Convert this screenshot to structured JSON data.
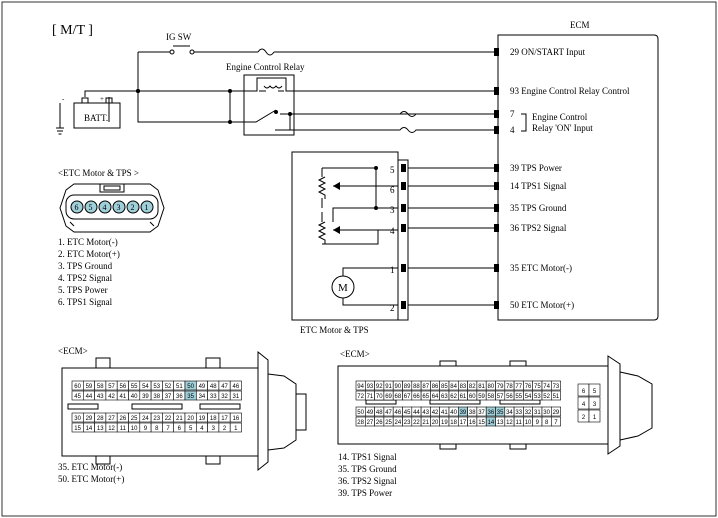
{
  "title": "[ M/T ]",
  "ecm_label": "ECM",
  "ig_sw_label": "IG SW",
  "relay_label": "Engine Control Relay",
  "batt_label": "BATT.",
  "etc_tps_label": "ETC Motor & TPS",
  "motor_symbol": "M",
  "ecm_pins": [
    {
      "num": "29",
      "name": "ON/START Input"
    },
    {
      "num": "93",
      "name": "Engine Control Relay Control"
    },
    {
      "num": "7",
      "name": ""
    },
    {
      "num": "4",
      "name": ""
    },
    {
      "num": "39",
      "name": "TPS Power"
    },
    {
      "num": "14",
      "name": "TPS1 Signal"
    },
    {
      "num": "35",
      "name": "TPS Ground"
    },
    {
      "num": "36",
      "name": "TPS2 Signal"
    },
    {
      "num": "35",
      "name": "ETC Motor(-)"
    },
    {
      "num": "50",
      "name": "ETC Motor(+)"
    }
  ],
  "relay_on_input": [
    "Engine Control",
    "Relay 'ON' Input"
  ],
  "etc_pin_numbers": [
    "5",
    "6",
    "3",
    "4",
    "1",
    "2"
  ],
  "etc_connector": {
    "title": "<ETC Motor & TPS >",
    "cavities": [
      "6",
      "5",
      "4",
      "3",
      "2",
      "1"
    ],
    "highlighted": [
      "6",
      "5",
      "4",
      "3",
      "2",
      "1"
    ],
    "legend": [
      "1. ETC Motor(-)",
      "2. ETC Motor(+)",
      "3. TPS Ground",
      "4. TPS2 Signal",
      "5. TPS Power",
      "6. TPS1 Signal"
    ]
  },
  "ecm_connector_left": {
    "title": "<ECM>",
    "rows": [
      [
        "60",
        "59",
        "58",
        "57",
        "56",
        "55",
        "54",
        "53",
        "52",
        "51",
        "50",
        "49",
        "48",
        "47",
        "46"
      ],
      [
        "45",
        "44",
        "43",
        "42",
        "41",
        "40",
        "39",
        "38",
        "37",
        "36",
        "35",
        "34",
        "33",
        "32",
        "31"
      ],
      [
        "30",
        "29",
        "28",
        "27",
        "26",
        "25",
        "24",
        "23",
        "22",
        "21",
        "20",
        "19",
        "18",
        "17",
        "16"
      ],
      [
        "15",
        "14",
        "13",
        "12",
        "11",
        "10",
        "9",
        "8",
        "7",
        "6",
        "5",
        "4",
        "3",
        "2",
        "1"
      ]
    ],
    "highlighted": [
      "50",
      "35"
    ],
    "legend": [
      "35.  ETC Motor(-)",
      "50.  ETC Motor(+)"
    ]
  },
  "ecm_connector_right": {
    "title": "<ECM>",
    "rows": [
      [
        "94",
        "93",
        "92",
        "91",
        "90",
        "89",
        "88",
        "87",
        "86",
        "85",
        "84",
        "83",
        "82",
        "81",
        "80",
        "79",
        "78",
        "77",
        "76",
        "75",
        "74",
        "73"
      ],
      [
        "72",
        "71",
        "70",
        "69",
        "68",
        "67",
        "66",
        "65",
        "64",
        "63",
        "62",
        "61",
        "60",
        "59",
        "58",
        "57",
        "56",
        "55",
        "54",
        "53",
        "52",
        "51"
      ],
      [
        "50",
        "49",
        "48",
        "47",
        "46",
        "45",
        "44",
        "43",
        "42",
        "41",
        "40",
        "39",
        "38",
        "37",
        "36",
        "35",
        "34",
        "33",
        "32",
        "31",
        "30",
        "29"
      ],
      [
        "28",
        "27",
        "26",
        "25",
        "24",
        "23",
        "22",
        "21",
        "20",
        "19",
        "18",
        "17",
        "16",
        "15",
        "14",
        "13",
        "12",
        "11",
        "10",
        "9",
        "8",
        "7"
      ]
    ],
    "side_pins": [
      [
        "6",
        "5"
      ],
      [
        "4",
        "3"
      ],
      [
        "2",
        "1"
      ]
    ],
    "highlighted": [
      "39",
      "36",
      "35",
      "14"
    ],
    "legend": [
      "14.  TPS1 Signal",
      "35.  TPS Ground",
      "36.  TPS2 Signal",
      "39.  TPS Power"
    ]
  },
  "colors": {
    "highlight": "#9fcfd9",
    "line": "#000000"
  }
}
